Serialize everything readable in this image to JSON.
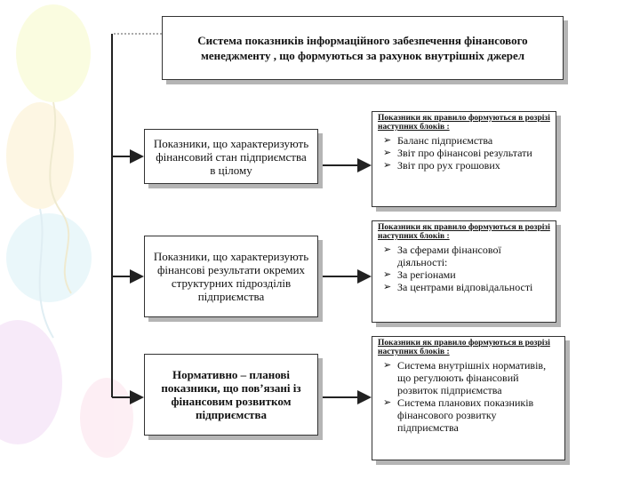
{
  "title": "Система показників інформаційного забезпечення фінансового менеджменту , що формуються за рахунок внутрішніх джерел",
  "groups": [
    {
      "left": "Показники, що характеризують фінансовий стан підприємства в цілому",
      "right_heading": "Показники як правило формуються в розрізі наступних блоків :",
      "items": [
        "Баланс підприємства",
        "Звіт про фінансові результати",
        "Звіт про рух грошових"
      ]
    },
    {
      "left": "Показники, що характеризують фінансові результати окремих структурних підрозділів підприємства",
      "right_heading": "Показники як правило формуються в розрізі наступних блоків :",
      "items": [
        "За сферами фінансової діяльності:",
        "За регіонами",
        "За центрами відповідальності"
      ]
    },
    {
      "left": "Нормативно – планові показники, що пов’язані із фінансовим розвитком підприємства",
      "right_heading": "Показники як правило формуються в розрізі наступних блоків :",
      "items": [
        "Система внутрішніх нормативів, що регулюють фінансовий розвиток підприємства",
        "Система планових показників фінансового розвитку підприємства"
      ]
    }
  ]
}
